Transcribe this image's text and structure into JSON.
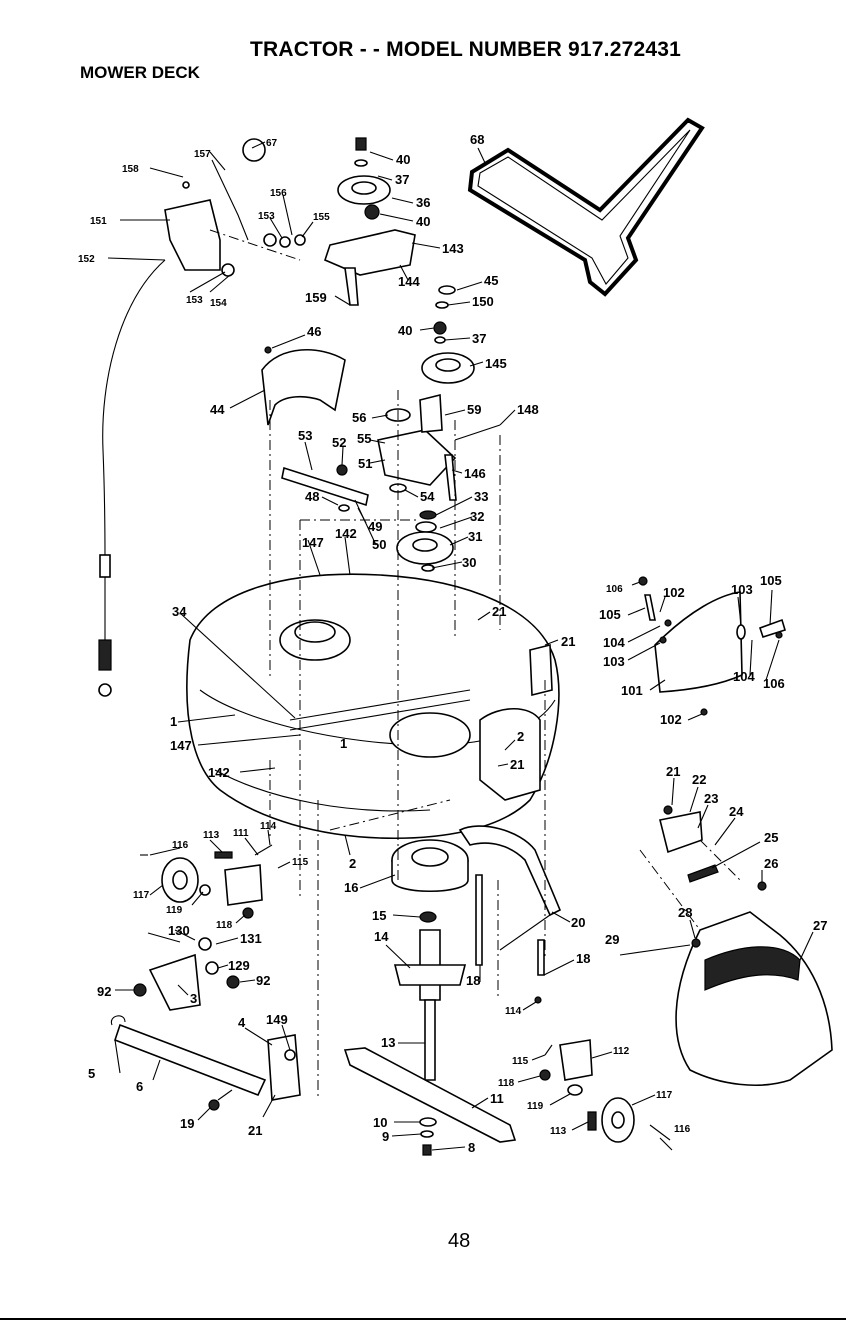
{
  "header": {
    "title": "TRACTOR - - MODEL NUMBER 917.272431",
    "section": "MOWER DECK"
  },
  "footer": {
    "page_number": "48"
  },
  "callouts": [
    {
      "id": "c158",
      "text": "158"
    },
    {
      "id": "c157",
      "text": "157"
    },
    {
      "id": "c67",
      "text": "67"
    },
    {
      "id": "c151",
      "text": "151"
    },
    {
      "id": "c156",
      "text": "156"
    },
    {
      "id": "c153a",
      "text": "153"
    },
    {
      "id": "c155",
      "text": "155"
    },
    {
      "id": "c152",
      "text": "152"
    },
    {
      "id": "c153b",
      "text": "153"
    },
    {
      "id": "c154",
      "text": "154"
    },
    {
      "id": "c40a",
      "text": "40"
    },
    {
      "id": "c37a",
      "text": "37"
    },
    {
      "id": "c36",
      "text": "36"
    },
    {
      "id": "c40b",
      "text": "40"
    },
    {
      "id": "c143",
      "text": "143"
    },
    {
      "id": "c144",
      "text": "144"
    },
    {
      "id": "c159",
      "text": "159"
    },
    {
      "id": "c68",
      "text": "68"
    },
    {
      "id": "c45",
      "text": "45"
    },
    {
      "id": "c150",
      "text": "150"
    },
    {
      "id": "c40c",
      "text": "40"
    },
    {
      "id": "c37b",
      "text": "37"
    },
    {
      "id": "c145",
      "text": "145"
    },
    {
      "id": "c46",
      "text": "46"
    },
    {
      "id": "c44",
      "text": "44"
    },
    {
      "id": "c56",
      "text": "56"
    },
    {
      "id": "c59",
      "text": "59"
    },
    {
      "id": "c148",
      "text": "148"
    },
    {
      "id": "c53",
      "text": "53"
    },
    {
      "id": "c52",
      "text": "52"
    },
    {
      "id": "c55",
      "text": "55"
    },
    {
      "id": "c51",
      "text": "51"
    },
    {
      "id": "c146",
      "text": "146"
    },
    {
      "id": "c48",
      "text": "48"
    },
    {
      "id": "c54",
      "text": "54"
    },
    {
      "id": "c33",
      "text": "33"
    },
    {
      "id": "c32",
      "text": "32"
    },
    {
      "id": "c49",
      "text": "49"
    },
    {
      "id": "c31",
      "text": "31"
    },
    {
      "id": "c50",
      "text": "50"
    },
    {
      "id": "c147a",
      "text": "147"
    },
    {
      "id": "c142a",
      "text": "142"
    },
    {
      "id": "c30",
      "text": "30"
    },
    {
      "id": "c34",
      "text": "34"
    },
    {
      "id": "c21a",
      "text": "21"
    },
    {
      "id": "c21b",
      "text": "21"
    },
    {
      "id": "c106a",
      "text": "106"
    },
    {
      "id": "c102a",
      "text": "102"
    },
    {
      "id": "c103a",
      "text": "103"
    },
    {
      "id": "c105a",
      "text": "105"
    },
    {
      "id": "c105b",
      "text": "105"
    },
    {
      "id": "c104a",
      "text": "104"
    },
    {
      "id": "c103b",
      "text": "103"
    },
    {
      "id": "c104b",
      "text": "104"
    },
    {
      "id": "c106b",
      "text": "106"
    },
    {
      "id": "c101",
      "text": "101"
    },
    {
      "id": "c102b",
      "text": "102"
    },
    {
      "id": "c1a",
      "text": "1"
    },
    {
      "id": "c1b",
      "text": "1"
    },
    {
      "id": "c147b",
      "text": "147"
    },
    {
      "id": "c2a",
      "text": "2"
    },
    {
      "id": "c21c",
      "text": "21"
    },
    {
      "id": "c142b",
      "text": "142"
    },
    {
      "id": "c21d",
      "text": "21"
    },
    {
      "id": "c22",
      "text": "22"
    },
    {
      "id": "c23",
      "text": "23"
    },
    {
      "id": "c24",
      "text": "24"
    },
    {
      "id": "c116a",
      "text": "116"
    },
    {
      "id": "c113a",
      "text": "113"
    },
    {
      "id": "c111",
      "text": "111"
    },
    {
      "id": "c114a",
      "text": "114"
    },
    {
      "id": "c115a",
      "text": "115"
    },
    {
      "id": "c2b",
      "text": "2"
    },
    {
      "id": "c25",
      "text": "25"
    },
    {
      "id": "c26",
      "text": "26"
    },
    {
      "id": "c117a",
      "text": "117"
    },
    {
      "id": "c16",
      "text": "16"
    },
    {
      "id": "c119a",
      "text": "119"
    },
    {
      "id": "c118a",
      "text": "118"
    },
    {
      "id": "c130",
      "text": "130"
    },
    {
      "id": "c131",
      "text": "131"
    },
    {
      "id": "c15",
      "text": "15"
    },
    {
      "id": "c20",
      "text": "20"
    },
    {
      "id": "c28",
      "text": "28"
    },
    {
      "id": "c27",
      "text": "27"
    },
    {
      "id": "c14",
      "text": "14"
    },
    {
      "id": "c29",
      "text": "29"
    },
    {
      "id": "c129",
      "text": "129"
    },
    {
      "id": "c92a",
      "text": "92"
    },
    {
      "id": "c92b",
      "text": "92"
    },
    {
      "id": "c18a",
      "text": "18"
    },
    {
      "id": "c3",
      "text": "3"
    },
    {
      "id": "c18b",
      "text": "18"
    },
    {
      "id": "c114b",
      "text": "114"
    },
    {
      "id": "c149",
      "text": "149"
    },
    {
      "id": "c4",
      "text": "4"
    },
    {
      "id": "c13",
      "text": "13"
    },
    {
      "id": "c112",
      "text": "112"
    },
    {
      "id": "c5",
      "text": "5"
    },
    {
      "id": "c6",
      "text": "6"
    },
    {
      "id": "c115b",
      "text": "115"
    },
    {
      "id": "c118b",
      "text": "118"
    },
    {
      "id": "c11",
      "text": "11"
    },
    {
      "id": "c119b",
      "text": "119"
    },
    {
      "id": "c117b",
      "text": "117"
    },
    {
      "id": "c19",
      "text": "19"
    },
    {
      "id": "c21e",
      "text": "21"
    },
    {
      "id": "c10",
      "text": "10"
    },
    {
      "id": "c113b",
      "text": "113"
    },
    {
      "id": "c116b",
      "text": "116"
    },
    {
      "id": "c9",
      "text": "9"
    },
    {
      "id": "c8",
      "text": "8"
    }
  ]
}
